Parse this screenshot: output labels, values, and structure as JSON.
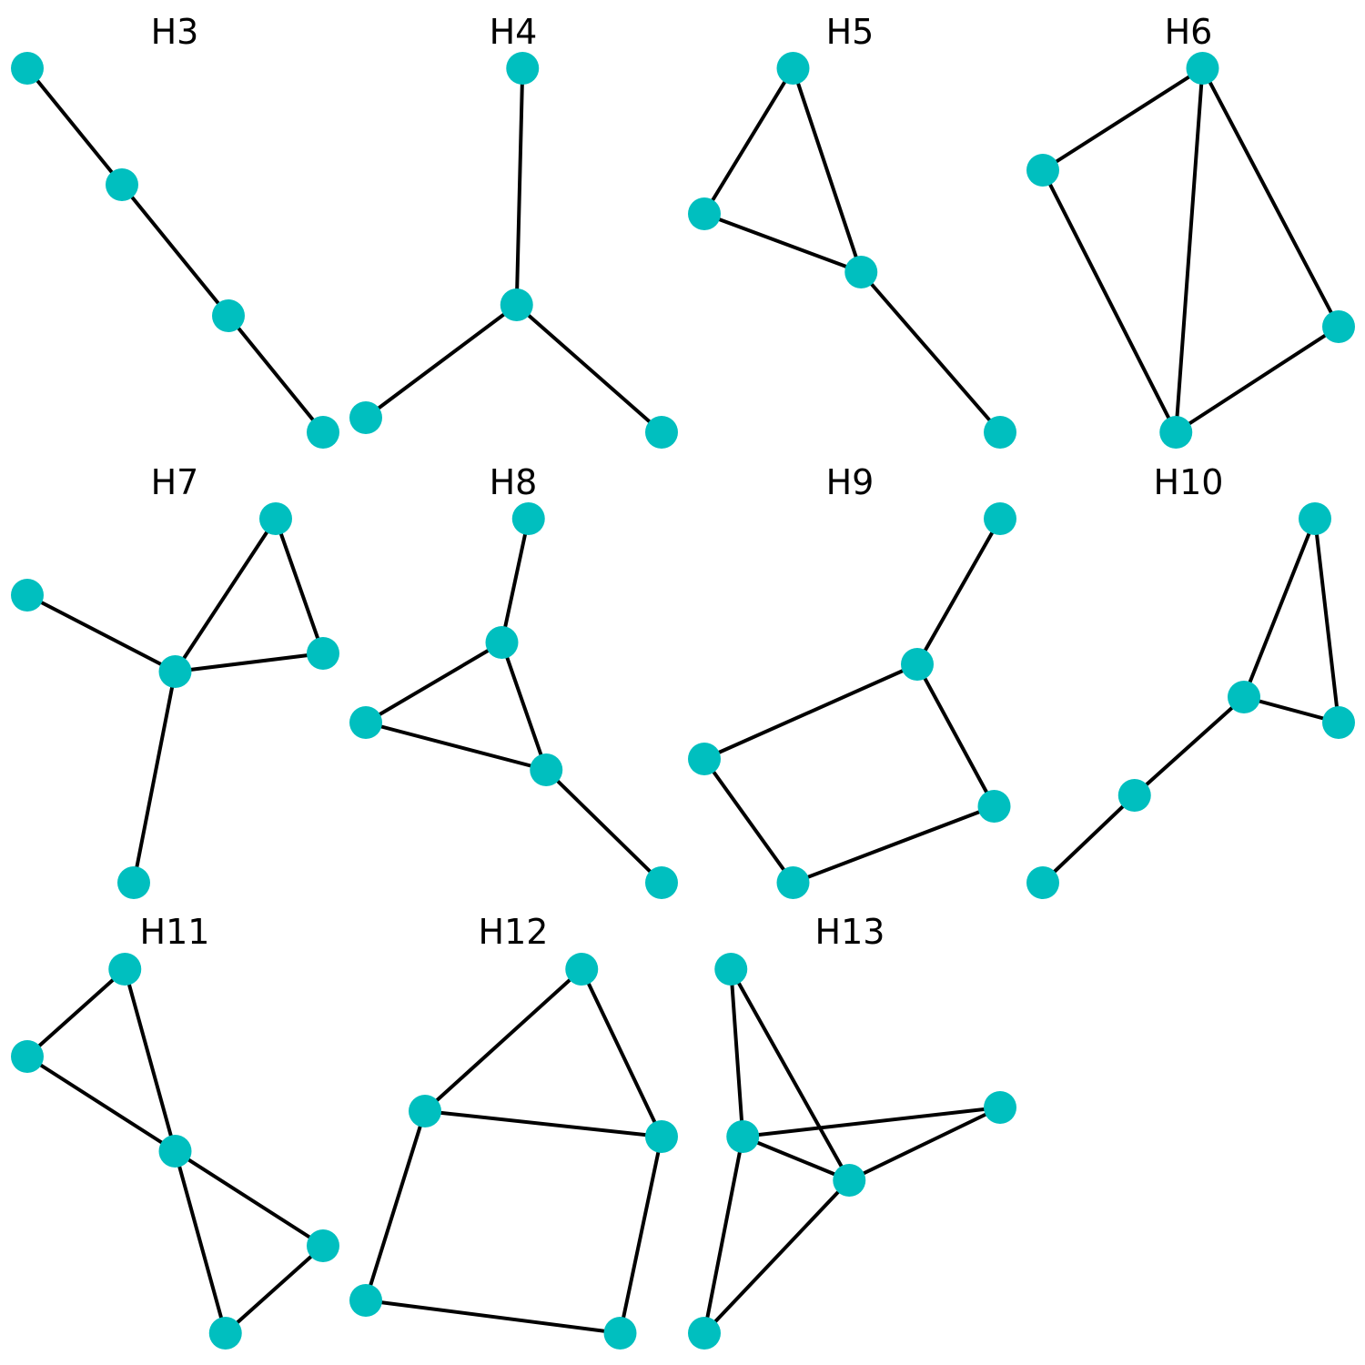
{
  "node_color": "#00bfbf",
  "edge_color": "#000000",
  "graphs": [
    {
      "title": "H3",
      "nodes": [
        "n0",
        "n1",
        "n2",
        "n3"
      ],
      "edges": [
        [
          "n0",
          "n1"
        ],
        [
          "n1",
          "n2"
        ],
        [
          "n2",
          "n3"
        ]
      ]
    },
    {
      "title": "H4",
      "nodes": [
        "n0",
        "n1",
        "n2",
        "n3"
      ],
      "edges": [
        [
          "n0",
          "n1"
        ],
        [
          "n1",
          "n2"
        ],
        [
          "n1",
          "n3"
        ]
      ]
    },
    {
      "title": "H5",
      "nodes": [
        "n0",
        "n1",
        "n2",
        "n3"
      ],
      "edges": [
        [
          "n0",
          "n1"
        ],
        [
          "n0",
          "n2"
        ],
        [
          "n1",
          "n2"
        ],
        [
          "n2",
          "n3"
        ]
      ]
    },
    {
      "title": "H6",
      "nodes": [
        "n0",
        "n1",
        "n2",
        "n3"
      ],
      "edges": [
        [
          "n0",
          "n1"
        ],
        [
          "n0",
          "n2"
        ],
        [
          "n0",
          "n3"
        ],
        [
          "n1",
          "n2"
        ],
        [
          "n3",
          "n2"
        ]
      ]
    },
    {
      "title": "H7",
      "nodes": [
        "n0",
        "n1",
        "n2",
        "n3",
        "n4"
      ],
      "edges": [
        [
          "n1",
          "n2"
        ],
        [
          "n0",
          "n2"
        ],
        [
          "n0",
          "n3"
        ],
        [
          "n2",
          "n3"
        ],
        [
          "n2",
          "n4"
        ]
      ]
    },
    {
      "title": "H8",
      "nodes": [
        "n0",
        "n1",
        "n2",
        "n3",
        "n4"
      ],
      "edges": [
        [
          "n0",
          "n1"
        ],
        [
          "n1",
          "n2"
        ],
        [
          "n1",
          "n3"
        ],
        [
          "n2",
          "n3"
        ],
        [
          "n3",
          "n4"
        ]
      ]
    },
    {
      "title": "H9",
      "nodes": [
        "n0",
        "n1",
        "n2",
        "n3",
        "n4"
      ],
      "edges": [
        [
          "n0",
          "n1"
        ],
        [
          "n1",
          "n2"
        ],
        [
          "n1",
          "n3"
        ],
        [
          "n2",
          "n4"
        ],
        [
          "n3",
          "n4"
        ]
      ]
    },
    {
      "title": "H10",
      "nodes": [
        "n0",
        "n1",
        "n2",
        "n3",
        "n4"
      ],
      "edges": [
        [
          "n0",
          "n1"
        ],
        [
          "n0",
          "n2"
        ],
        [
          "n1",
          "n2"
        ],
        [
          "n1",
          "n3"
        ],
        [
          "n3",
          "n4"
        ]
      ]
    },
    {
      "title": "H11",
      "nodes": [
        "n0",
        "n1",
        "n2",
        "n3",
        "n4"
      ],
      "edges": [
        [
          "n0",
          "n1"
        ],
        [
          "n0",
          "n2"
        ],
        [
          "n1",
          "n2"
        ],
        [
          "n2",
          "n3"
        ],
        [
          "n2",
          "n4"
        ],
        [
          "n3",
          "n4"
        ]
      ]
    },
    {
      "title": "H12",
      "nodes": [
        "n0",
        "n1",
        "n2",
        "n3",
        "n4"
      ],
      "edges": [
        [
          "n0",
          "n1"
        ],
        [
          "n0",
          "n2"
        ],
        [
          "n1",
          "n2"
        ],
        [
          "n1",
          "n3"
        ],
        [
          "n2",
          "n4"
        ],
        [
          "n3",
          "n4"
        ]
      ]
    },
    {
      "title": "H13",
      "nodes": [
        "n0",
        "n1",
        "n2",
        "n3",
        "n4"
      ],
      "edges": [
        [
          "n0",
          "n1"
        ],
        [
          "n0",
          "n3"
        ],
        [
          "n1",
          "n2"
        ],
        [
          "n1",
          "n3"
        ],
        [
          "n1",
          "n4"
        ],
        [
          "n2",
          "n3"
        ],
        [
          "n3",
          "n4"
        ]
      ]
    }
  ]
}
